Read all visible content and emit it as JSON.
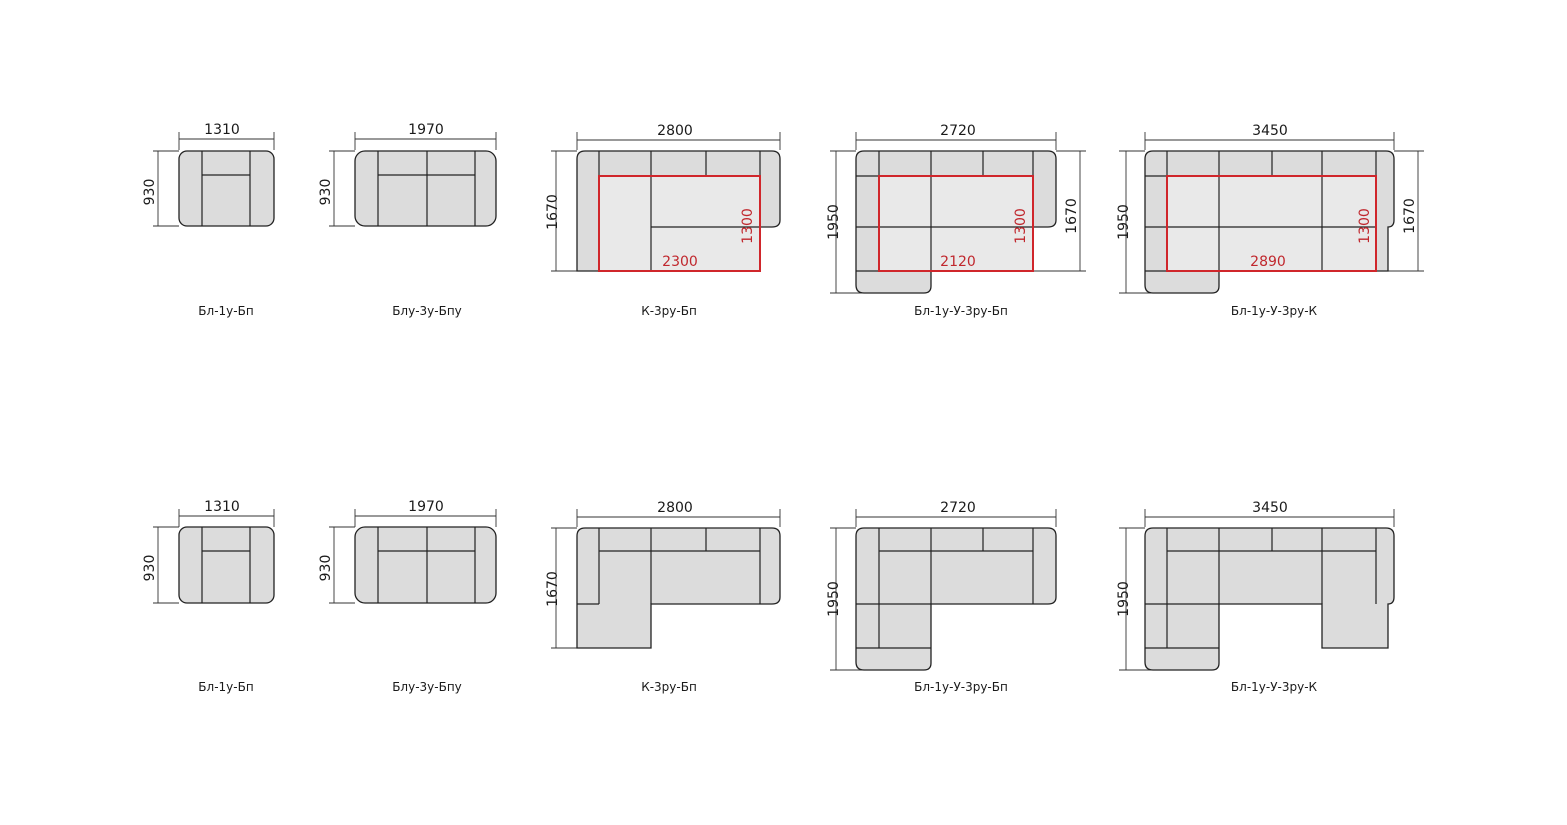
{
  "colors": {
    "outline": "#222222",
    "fill": "#dcdcdc",
    "sleeping_area": "#d0262b"
  },
  "row1": [
    {
      "caption": "Бл-1у-Бп",
      "width": "1310",
      "depth": "930"
    },
    {
      "caption": "Блу-3у-Бпу",
      "width": "1970",
      "depth": "930"
    },
    {
      "caption": "К-3ру-Бп",
      "width": "2800",
      "depth": "1670",
      "bed_width": "2300",
      "bed_depth": "1300"
    },
    {
      "caption": "Бл-1у-У-3ру-Бп",
      "width": "2720",
      "depth": "1950",
      "depth_right": "1670",
      "bed_width": "2120",
      "bed_depth": "1300"
    },
    {
      "caption": "Бл-1у-У-3ру-К",
      "width": "3450",
      "depth": "1950",
      "depth_right": "1670",
      "bed_width": "2890",
      "bed_depth": "1300"
    }
  ],
  "row2": [
    {
      "caption": "Бл-1у-Бп",
      "width": "1310",
      "depth": "930"
    },
    {
      "caption": "Блу-3у-Бпу",
      "width": "1970",
      "depth": "930"
    },
    {
      "caption": "К-3ру-Бп",
      "width": "2800",
      "depth": "1670"
    },
    {
      "caption": "Бл-1у-У-3ру-Бп",
      "width": "2720",
      "depth": "1950"
    },
    {
      "caption": "Бл-1у-У-3ру-К",
      "width": "3450",
      "depth": "1950"
    }
  ]
}
